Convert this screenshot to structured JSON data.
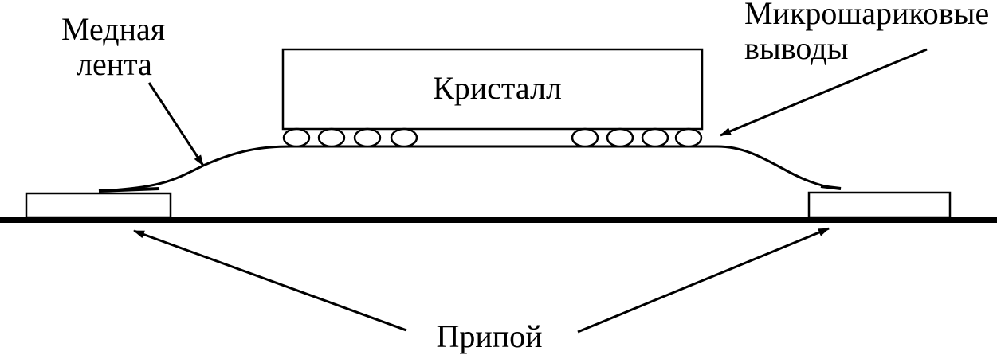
{
  "labels": {
    "copper_tape_line1": "Медная",
    "copper_tape_line2": "лента",
    "microball_line1": "Микрошариковые",
    "microball_line2": "выводы",
    "crystal": "Кристалл",
    "solder": "Припой"
  },
  "colors": {
    "ink": "#000000",
    "background": "#ffffff"
  }
}
